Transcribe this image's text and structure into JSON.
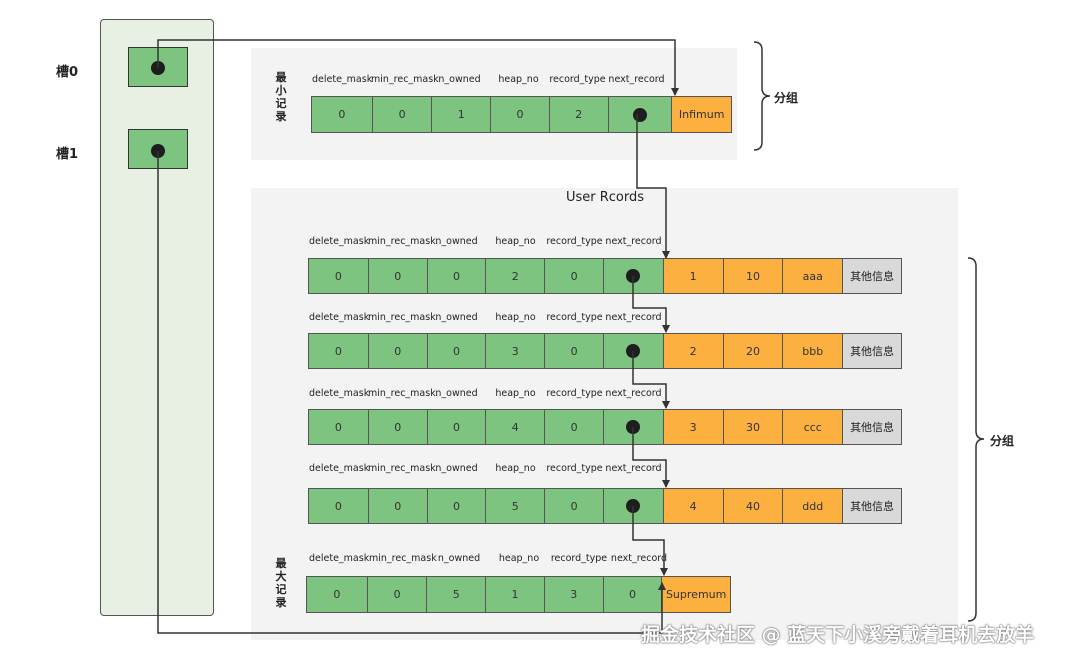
{
  "slots": [
    {
      "label": "槽0"
    },
    {
      "label": "槽1"
    }
  ],
  "headers": [
    "delete_mask",
    "min_rec_mask",
    "n_owned",
    "heap_no",
    "record_type",
    "next_record"
  ],
  "infimum": {
    "side_label": "最小记录",
    "values": [
      "0",
      "0",
      "1",
      "0",
      "2"
    ],
    "name": "Infimum"
  },
  "user_records_title": "User Rcords",
  "user_records": [
    {
      "values": [
        "0",
        "0",
        "0",
        "2",
        "0"
      ],
      "data": [
        "1",
        "10",
        "aaa"
      ],
      "extra": "其他信息"
    },
    {
      "values": [
        "0",
        "0",
        "0",
        "3",
        "0"
      ],
      "data": [
        "2",
        "20",
        "bbb"
      ],
      "extra": "其他信息"
    },
    {
      "values": [
        "0",
        "0",
        "0",
        "4",
        "0"
      ],
      "data": [
        "3",
        "30",
        "ccc"
      ],
      "extra": "其他信息"
    },
    {
      "values": [
        "0",
        "0",
        "0",
        "5",
        "0"
      ],
      "data": [
        "4",
        "40",
        "ddd"
      ],
      "extra": "其他信息"
    }
  ],
  "supremum": {
    "side_label": "最大记录",
    "values": [
      "0",
      "0",
      "5",
      "1",
      "3",
      "0"
    ],
    "name": "Supremum"
  },
  "group_labels": [
    "分组",
    "分组"
  ],
  "watermark": "掘金技术社区 @ 蓝天下小溪旁戴着耳机去放羊",
  "colors": {
    "green": "#7cc47f",
    "orange": "#fbb040",
    "gray": "#d9d9d9",
    "panel": "#f3f3f3",
    "slot_bg": "#e8f0e3"
  }
}
